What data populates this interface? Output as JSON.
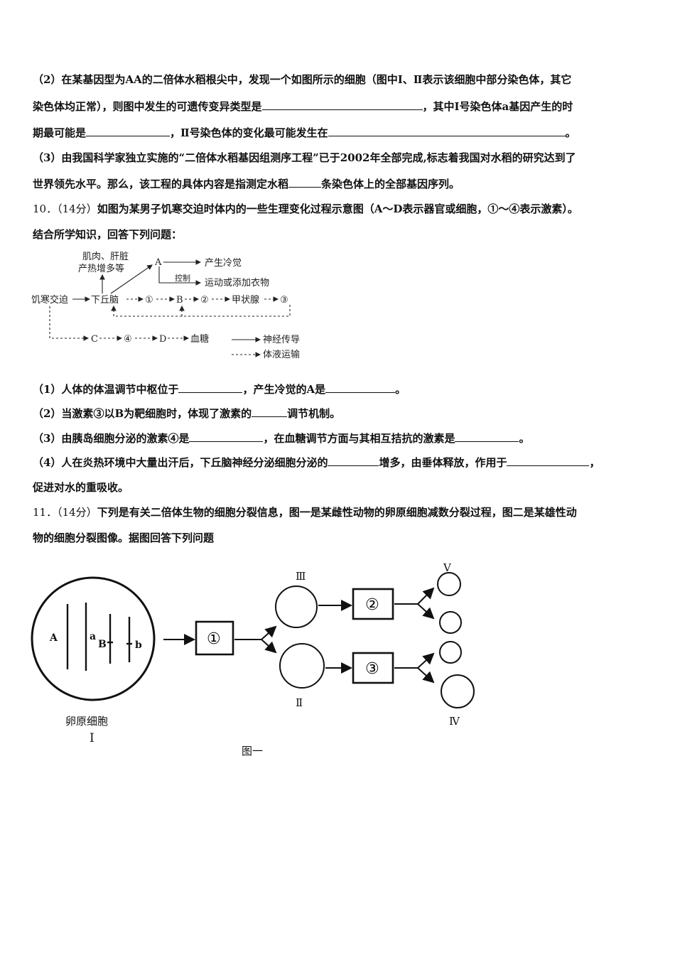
{
  "q9": {
    "p2_l1": "（2）在某基因型为AA的二倍体水稻根尖中，发现一个如图所示的细胞（图中Ⅰ、Ⅱ表示该细胞中部分染色体，其它",
    "p2_l2a": "染色体均正常），则图中发生的可遗传变异类型是",
    "p2_l2b": "，其中Ⅰ号染色体a基因产生的时",
    "p2_l3a": "期最可能是",
    "p2_l3b": "，Ⅱ号染色体的变化最可能发生在",
    "p2_l3c": "。",
    "p3_l1": "（3）由我国科学家独立实施的“二倍体水稻基因组测序工程”已于2002年全部完成,标志着我国对水稻的研究达到了",
    "p3_l2a": "世界领先水平。那么，该工程的具体内容是指测定水稻",
    "p3_l2b": "条染色体上的全部基因序列。"
  },
  "q10": {
    "num": "10．（14分）",
    "stem_l1": "如图为某男子饥寒交迫时体内的一些生理变化过程示意图（A～D表示器官或细胞，①～④表示激素）。",
    "stem_l2": "结合所学知识，回答下列问题：",
    "diagram": {
      "muscle_l1": "肌肉、肝脏",
      "muscle_l2": "产热增多等",
      "A": "A",
      "cold": "产生冷觉",
      "control": "控制",
      "motion": "运动或添加衣物",
      "start": "饥寒交迫",
      "hypothalamus": "下丘脑",
      "h1": "①",
      "B": "B",
      "h2": "②",
      "thyroid": "甲状腺",
      "h3": "③",
      "C": "C",
      "h4": "④",
      "D": "D",
      "sugar": "血糖",
      "legend_nerve": "神经传导",
      "legend_fluid": "体液运输"
    },
    "p1a": "（1）人体的体温调节中枢位于",
    "p1b": "，产生冷觉的A是",
    "p1c": "。",
    "p2a": "（2）当激素③以B为靶细胞时，体现了激素的",
    "p2b": "调节机制。",
    "p3a": "（3）由胰岛细胞分泌的激素④是",
    "p3b": "，在血糖调节方面与其相互拮抗的激素是",
    "p3c": "。",
    "p4a": "（4）人在炎热环境中大量出汗后，下丘脑神经分泌细胞分泌的",
    "p4b": "增多，由垂体释放，作用于",
    "p4c": "，",
    "p4_l2": "促进对水的重吸收。"
  },
  "q11": {
    "num": "11．（14分）",
    "stem_l1": "下列是有关二倍体生物的细胞分裂信息，图一是某雌性动物的卵原细胞减数分裂过程，图二是某雄性动",
    "stem_l2": "物的细胞分裂图像。据图回答下列问题",
    "figure": {
      "gene_A": "A",
      "gene_a": "a",
      "gene_B": "B",
      "gene_b": "b",
      "cell_label": "卵原细胞",
      "cell_num": "Ⅰ",
      "step1": "①",
      "step2": "②",
      "step3": "③",
      "label_III": "Ⅲ",
      "label_II": "Ⅱ",
      "label_V": "Ⅴ",
      "label_IV": "Ⅳ",
      "caption": "图一"
    }
  }
}
